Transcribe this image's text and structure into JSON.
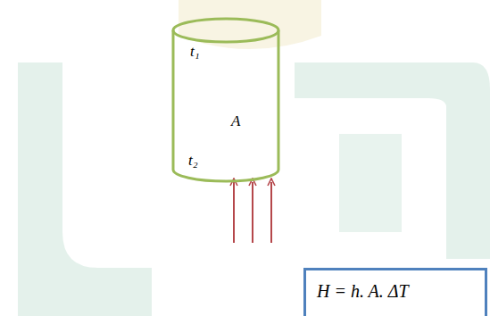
{
  "diagram": {
    "nodes": [
      {
        "text": [
          "t₁",
          "A",
          "t₂"
        ]
      },
      {
        "text": [
          "H = h. A. ΔT"
        ]
      }
    ]
  }
}
